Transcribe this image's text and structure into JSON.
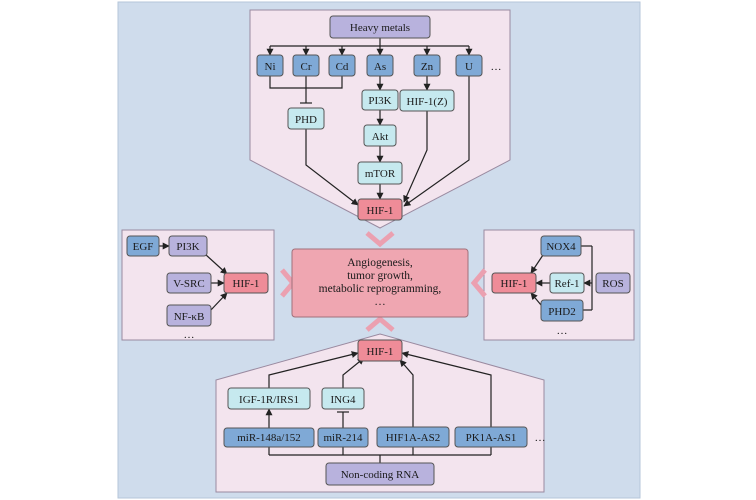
{
  "colors": {
    "background": "#cfdcec",
    "panel": "#f3e4ee",
    "panel_border": "#9a8aa0",
    "blue_node": "#7fa9d6",
    "purple_node": "#b8b2dd",
    "cyan_node": "#c6e9ef",
    "red_node": "#ef8c98",
    "center_box": "#efa6b1",
    "chevron": "#eba0b0",
    "arrow": "#222222"
  },
  "top": {
    "heavy_metals": "Heavy metals",
    "ni": "Ni",
    "cr": "Cr",
    "cd": "Cd",
    "as": "As",
    "zn": "Zn",
    "u": "U",
    "ellipsis": "…",
    "phd": "PHD",
    "pi3k": "PI3K",
    "akt": "Akt",
    "mtor": "mTOR",
    "hif1z": "HIF-1(Z)",
    "hif1": "HIF-1"
  },
  "left": {
    "egf": "EGF",
    "pi3k": "PI3K",
    "vsrc": "V-SRC",
    "nfkb": "NF-κB",
    "hif1": "HIF-1",
    "ellipsis": "…"
  },
  "right": {
    "nox4": "NOX4",
    "ref1": "Ref-1",
    "phd2": "PHD2",
    "ros": "ROS",
    "hif1": "HIF-1",
    "ellipsis": "…"
  },
  "center": {
    "line1": "Angiogenesis,",
    "line2": "tumor growth,",
    "line3": "metabolic reprogramming,",
    "line4": "…"
  },
  "bottom": {
    "hif1": "HIF-1",
    "igf": "IGF-1R/IRS1",
    "ing4": "ING4",
    "mir148": "miR-148a/152",
    "mir214": "miR-214",
    "hif1a_as2": "HIF1A-AS2",
    "pk1a_as1": "PK1A-AS1",
    "ellipsis": "…",
    "noncoding": "Non-coding RNA"
  }
}
